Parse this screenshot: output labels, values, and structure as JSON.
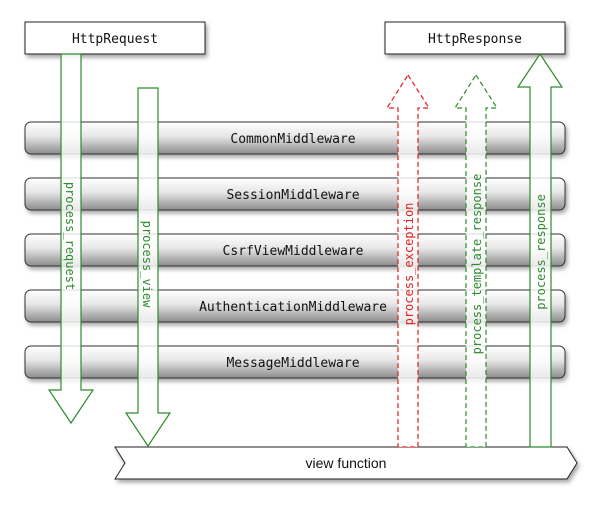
{
  "request_box": {
    "label": "HttpRequest"
  },
  "response_box": {
    "label": "HttpResponse"
  },
  "middlewares": [
    {
      "label": "CommonMiddleware"
    },
    {
      "label": "SessionMiddleware"
    },
    {
      "label": "CsrfViewMiddleware"
    },
    {
      "label": "AuthenticationMiddleware"
    },
    {
      "label": "MessageMiddleware"
    }
  ],
  "view_function": {
    "label": "view function"
  },
  "flows": {
    "process_request": {
      "label": "process_request",
      "color": "#2e8b2e",
      "direction": "down",
      "style": "solid"
    },
    "process_view": {
      "label": "process_view",
      "color": "#2e8b2e",
      "direction": "down",
      "style": "solid"
    },
    "process_exception": {
      "label": "process_exception",
      "color": "#e02020",
      "direction": "up",
      "style": "dashed"
    },
    "process_template_response": {
      "label": "process_template_response",
      "color": "#2e8b2e",
      "direction": "up",
      "style": "dashed"
    },
    "process_response": {
      "label": "process_response",
      "color": "#2e8b2e",
      "direction": "up",
      "style": "solid"
    }
  },
  "colors": {
    "arrow_green": "#2e8b2e",
    "arrow_red": "#e02020",
    "bar_border": "#333333",
    "box_border": "#222222"
  }
}
